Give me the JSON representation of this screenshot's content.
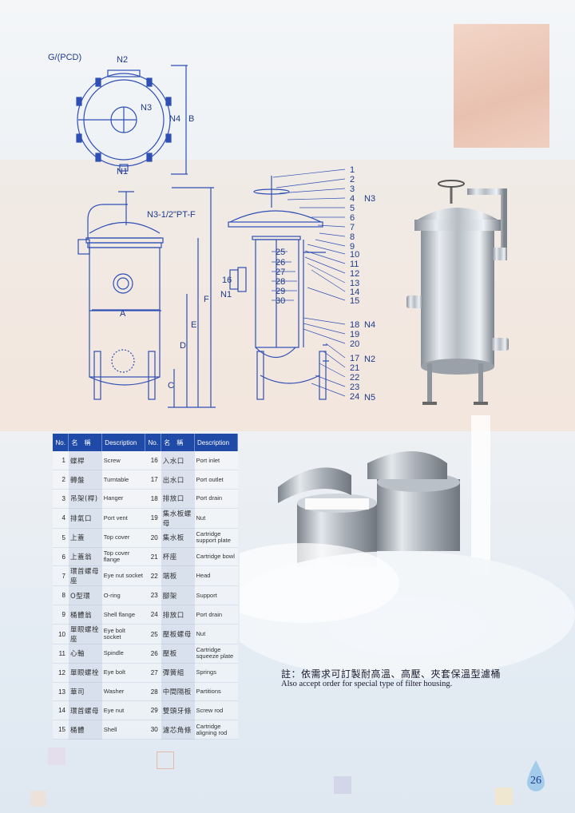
{
  "top_view": {
    "labels": [
      "G/(PCD)",
      "N2",
      "N3",
      "N4",
      "B",
      "N1"
    ]
  },
  "front_view": {
    "labels": [
      "N3-1/2\"PT-F",
      "N1",
      "A",
      "F",
      "E",
      "D",
      "C"
    ]
  },
  "side_view": {
    "left_callouts": [
      "25",
      "26",
      "27",
      "28",
      "29",
      "30",
      "16"
    ],
    "right_callouts": [
      "1",
      "2",
      "3",
      "4",
      "5",
      "6",
      "7",
      "8",
      "9",
      "10",
      "11",
      "12",
      "13",
      "14",
      "15",
      "18",
      "19",
      "20",
      "17",
      "21",
      "22",
      "23",
      "24"
    ],
    "nozzle_labels": {
      "n3": "N3",
      "n4": "N4",
      "n2": "N2",
      "n5": "N5"
    }
  },
  "parts_table": {
    "headers": {
      "no": "No.",
      "name": "名　稱",
      "desc": "Description"
    },
    "rows": [
      {
        "no1": "1",
        "zh1": "蝶桿",
        "en1": "Screw",
        "no2": "16",
        "zh2": "入水口",
        "en2": "Port inlet"
      },
      {
        "no1": "2",
        "zh1": "轉盤",
        "en1": "Turntable",
        "no2": "17",
        "zh2": "出水口",
        "en2": "Port outlet"
      },
      {
        "no1": "3",
        "zh1": "吊架(桿)",
        "en1": "Hanger",
        "no2": "18",
        "zh2": "排放口",
        "en2": "Port drain"
      },
      {
        "no1": "4",
        "zh1": "排氣口",
        "en1": "Port vent",
        "no2": "19",
        "zh2": "集水板螺母",
        "en2": "Nut"
      },
      {
        "no1": "5",
        "zh1": "上蓋",
        "en1": "Top cover",
        "no2": "20",
        "zh2": "集水板",
        "en2": "Cartridge support plate"
      },
      {
        "no1": "6",
        "zh1": "上蓋翁",
        "en1": "Top cover flange",
        "no2": "21",
        "zh2": "杯座",
        "en2": "Cartridge bowl"
      },
      {
        "no1": "7",
        "zh1": "環首螺母座",
        "en1": "Eye nut socket",
        "no2": "22",
        "zh2": "端板",
        "en2": "Head"
      },
      {
        "no1": "8",
        "zh1": "O型環",
        "en1": "O-ring",
        "no2": "23",
        "zh2": "腳架",
        "en2": "Support"
      },
      {
        "no1": "9",
        "zh1": "桶體翁",
        "en1": "Shell flange",
        "no2": "24",
        "zh2": "排放口",
        "en2": "Port drain"
      },
      {
        "no1": "10",
        "zh1": "單眼螺栓座",
        "en1": "Eye bolt socket",
        "no2": "25",
        "zh2": "壓板螺母",
        "en2": "Nut"
      },
      {
        "no1": "11",
        "zh1": "心軸",
        "en1": "Spindle",
        "no2": "26",
        "zh2": "壓板",
        "en2": "Cartridge squeeze plate"
      },
      {
        "no1": "12",
        "zh1": "單眼螺栓",
        "en1": "Eye bolt",
        "no2": "27",
        "zh2": "彈簧組",
        "en2": "Springs"
      },
      {
        "no1": "13",
        "zh1": "華司",
        "en1": "Washer",
        "no2": "28",
        "zh2": "中間隔板",
        "en2": "Partitions"
      },
      {
        "no1": "14",
        "zh1": "環首螺母",
        "en1": "Eye nut",
        "no2": "29",
        "zh2": "雙頭牙條",
        "en2": "Screw rod"
      },
      {
        "no1": "15",
        "zh1": "桶體",
        "en1": "Shell",
        "no2": "30",
        "zh2": "濾芯角條",
        "en2": "Cartridge aligning rod"
      }
    ]
  },
  "note": {
    "zh": "註：依需求可訂製耐高溫、高壓、夾套保溫型濾桶",
    "en": "Also accept order for special type of filter housing."
  },
  "page_number": "26",
  "colors": {
    "header_blue": "#1f4aa8",
    "drawing_blue": "#2f4fb5",
    "zh_cell_bg": "#c6d2e4"
  }
}
